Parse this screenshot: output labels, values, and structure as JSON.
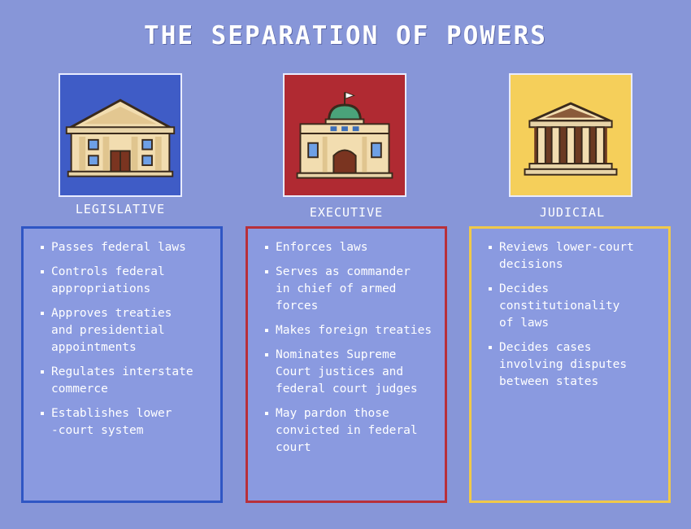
{
  "title": "THE SEPARATION OF POWERS",
  "colors": {
    "background": "#8796d8",
    "legislative": "#3f5cc6",
    "executive": "#b02a32",
    "judicial": "#f5cf5a"
  },
  "branches": [
    {
      "name": "LEGISLATIVE",
      "icon": "capitol-building-icon",
      "items": [
        "Passes federal laws",
        "Controls federal\nappropriations",
        "Approves treaties\nand presidential\nappointments",
        "Regulates interstate\ncommerce",
        "Establishes lower\n-court system"
      ]
    },
    {
      "name": "EXECUTIVE",
      "icon": "domed-government-building-icon",
      "items": [
        "Enforces laws",
        "Serves as commander\nin chief of armed\nforces",
        "Makes foreign treaties",
        "Nominates Supreme\nCourt justices and\nfederal court judges",
        "May pardon those\nconvicted in federal\ncourt"
      ]
    },
    {
      "name": "JUDICIAL",
      "icon": "courthouse-columns-icon",
      "items": [
        "Reviews lower-court\ndecisions",
        "Decides\nconstitutionality\nof laws",
        "Decides cases\ninvolving disputes\nbetween states"
      ]
    }
  ]
}
